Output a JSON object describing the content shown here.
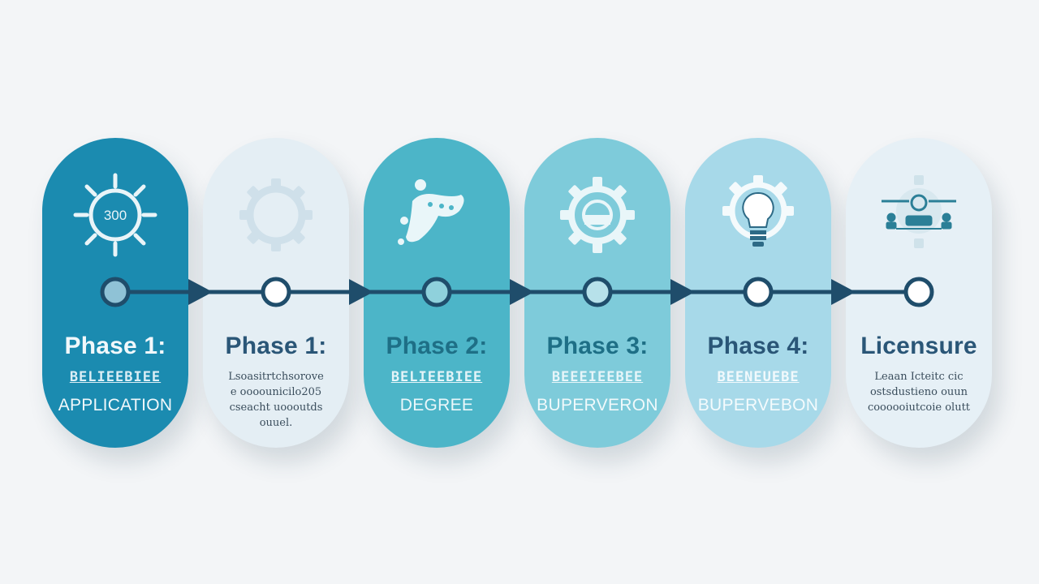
{
  "colors": {
    "background": "#f3f5f7",
    "line": "#1f4d6b",
    "phase_fills": [
      "#1b8bb0",
      "#e4eef4",
      "#4cb5c8",
      "#7ecbda",
      "#a7d9e9",
      "#e6f0f6"
    ],
    "title_dark": "#2a5677",
    "title_teal": "#1e8aa3"
  },
  "phases": [
    {
      "title": "Phase 1:",
      "garbled_line": "BELIEEBIEE",
      "subtitle": "APPLICATION",
      "icon": "gear-icon",
      "icon_text": "300"
    },
    {
      "title": "Phase 1:",
      "description": [
        "Lsoasitrtchsorove",
        "e oooounicilo205",
        "cseacht uoooutds",
        "ouuel."
      ],
      "icon": "gear-icon"
    },
    {
      "title": "Phase 2:",
      "garbled_line": "BELIEEBIEE",
      "subtitle": "DEGREE",
      "icon": "diploma-icon"
    },
    {
      "title": "Phase 3:",
      "garbled_line": "BEEEIEEBEE",
      "subtitle": "BUPERVERON",
      "icon": "gear-icon"
    },
    {
      "title": "Phase 4:",
      "garbled_line": "BEENEUEBE",
      "subtitle": "BUPERVEBON",
      "icon": "lightbulb-icon"
    },
    {
      "title": "Licensure",
      "description": [
        "Leaan  Icteitc  cic",
        "ostsdustieno  ouun",
        "coooooiutcoie  olutt"
      ],
      "icon": "people-network-icon"
    }
  ]
}
